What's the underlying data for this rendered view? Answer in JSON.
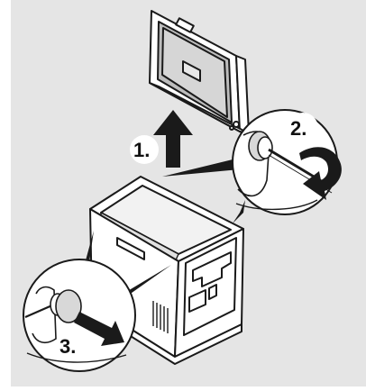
{
  "steps": [
    {
      "number": "1.",
      "action": "lift-lid-up"
    },
    {
      "number": "2.",
      "action": "rotate-hinge-pin"
    },
    {
      "number": "3.",
      "action": "pull-hinge-pin-out"
    }
  ],
  "colors": {
    "background_panel": "#e5e5e5",
    "stroke": "#1a1a1a",
    "fill_white": "#ffffff",
    "lid_inner": "#bdbdbd",
    "page_background": "#ffffff"
  },
  "icons": [
    "arrow-up-icon",
    "rotate-arrow-icon",
    "arrow-right-down-icon",
    "hinge-pin-icon"
  ]
}
